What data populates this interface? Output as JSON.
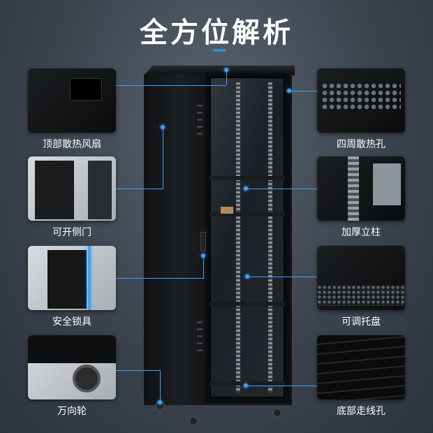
{
  "title": "全方位解析",
  "features_left": [
    {
      "label": "顶部散热风扇",
      "icon": "top-fan-icon"
    },
    {
      "label": "可开侧门",
      "icon": "side-door-icon"
    },
    {
      "label": "安全锁具",
      "icon": "lock-icon"
    },
    {
      "label": "万向轮",
      "icon": "caster-wheel-icon"
    }
  ],
  "features_right": [
    {
      "label": "四周散热孔",
      "icon": "vent-holes-icon"
    },
    {
      "label": "加厚立柱",
      "icon": "thick-rail-icon"
    },
    {
      "label": "可调托盘",
      "icon": "adjustable-tray-icon"
    },
    {
      "label": "底部走线孔",
      "icon": "cable-hole-icon"
    }
  ],
  "colors": {
    "accent": "#3aa3ff",
    "bar": "#2e8fd8"
  }
}
